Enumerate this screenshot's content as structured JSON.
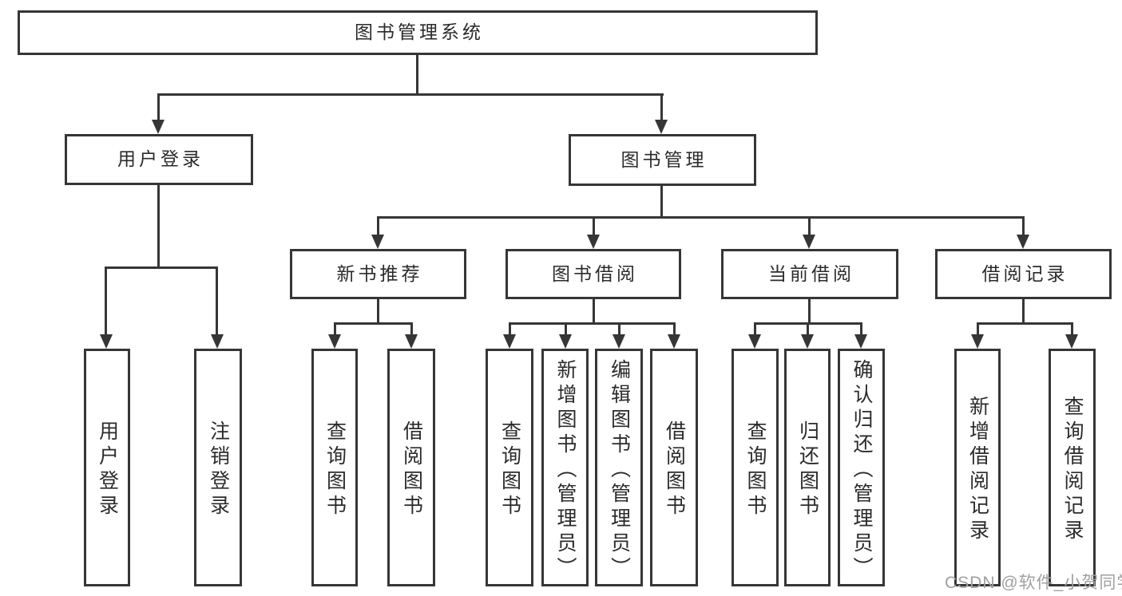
{
  "root": {
    "label": "图书管理系统",
    "children": [
      {
        "label": "用户登录",
        "children": [
          {
            "label": "用户登录"
          },
          {
            "label": "注销登录"
          }
        ]
      },
      {
        "label": "图书管理",
        "children": [
          {
            "label": "新书推荐",
            "children": [
              {
                "label": "查询图书"
              },
              {
                "label": "借阅图书"
              }
            ]
          },
          {
            "label": "图书借阅",
            "children": [
              {
                "label": "查询图书"
              },
              {
                "label": "新增图书（管理员）"
              },
              {
                "label": "编辑图书（管理员）"
              },
              {
                "label": "借阅图书"
              }
            ]
          },
          {
            "label": "当前借阅",
            "children": [
              {
                "label": "查询图书"
              },
              {
                "label": "归还图书"
              },
              {
                "label": "确认归还（管理员）"
              }
            ]
          },
          {
            "label": "借阅记录",
            "children": [
              {
                "label": "新增借阅记录"
              },
              {
                "label": "查询借阅记录"
              }
            ]
          }
        ]
      }
    ]
  },
  "watermark": "CSDN @软件_小贺同学",
  "colors": {
    "line": "#363636",
    "text": "#2b2b2b",
    "watermark": "#a0a0a0",
    "background": "#ffffff"
  }
}
